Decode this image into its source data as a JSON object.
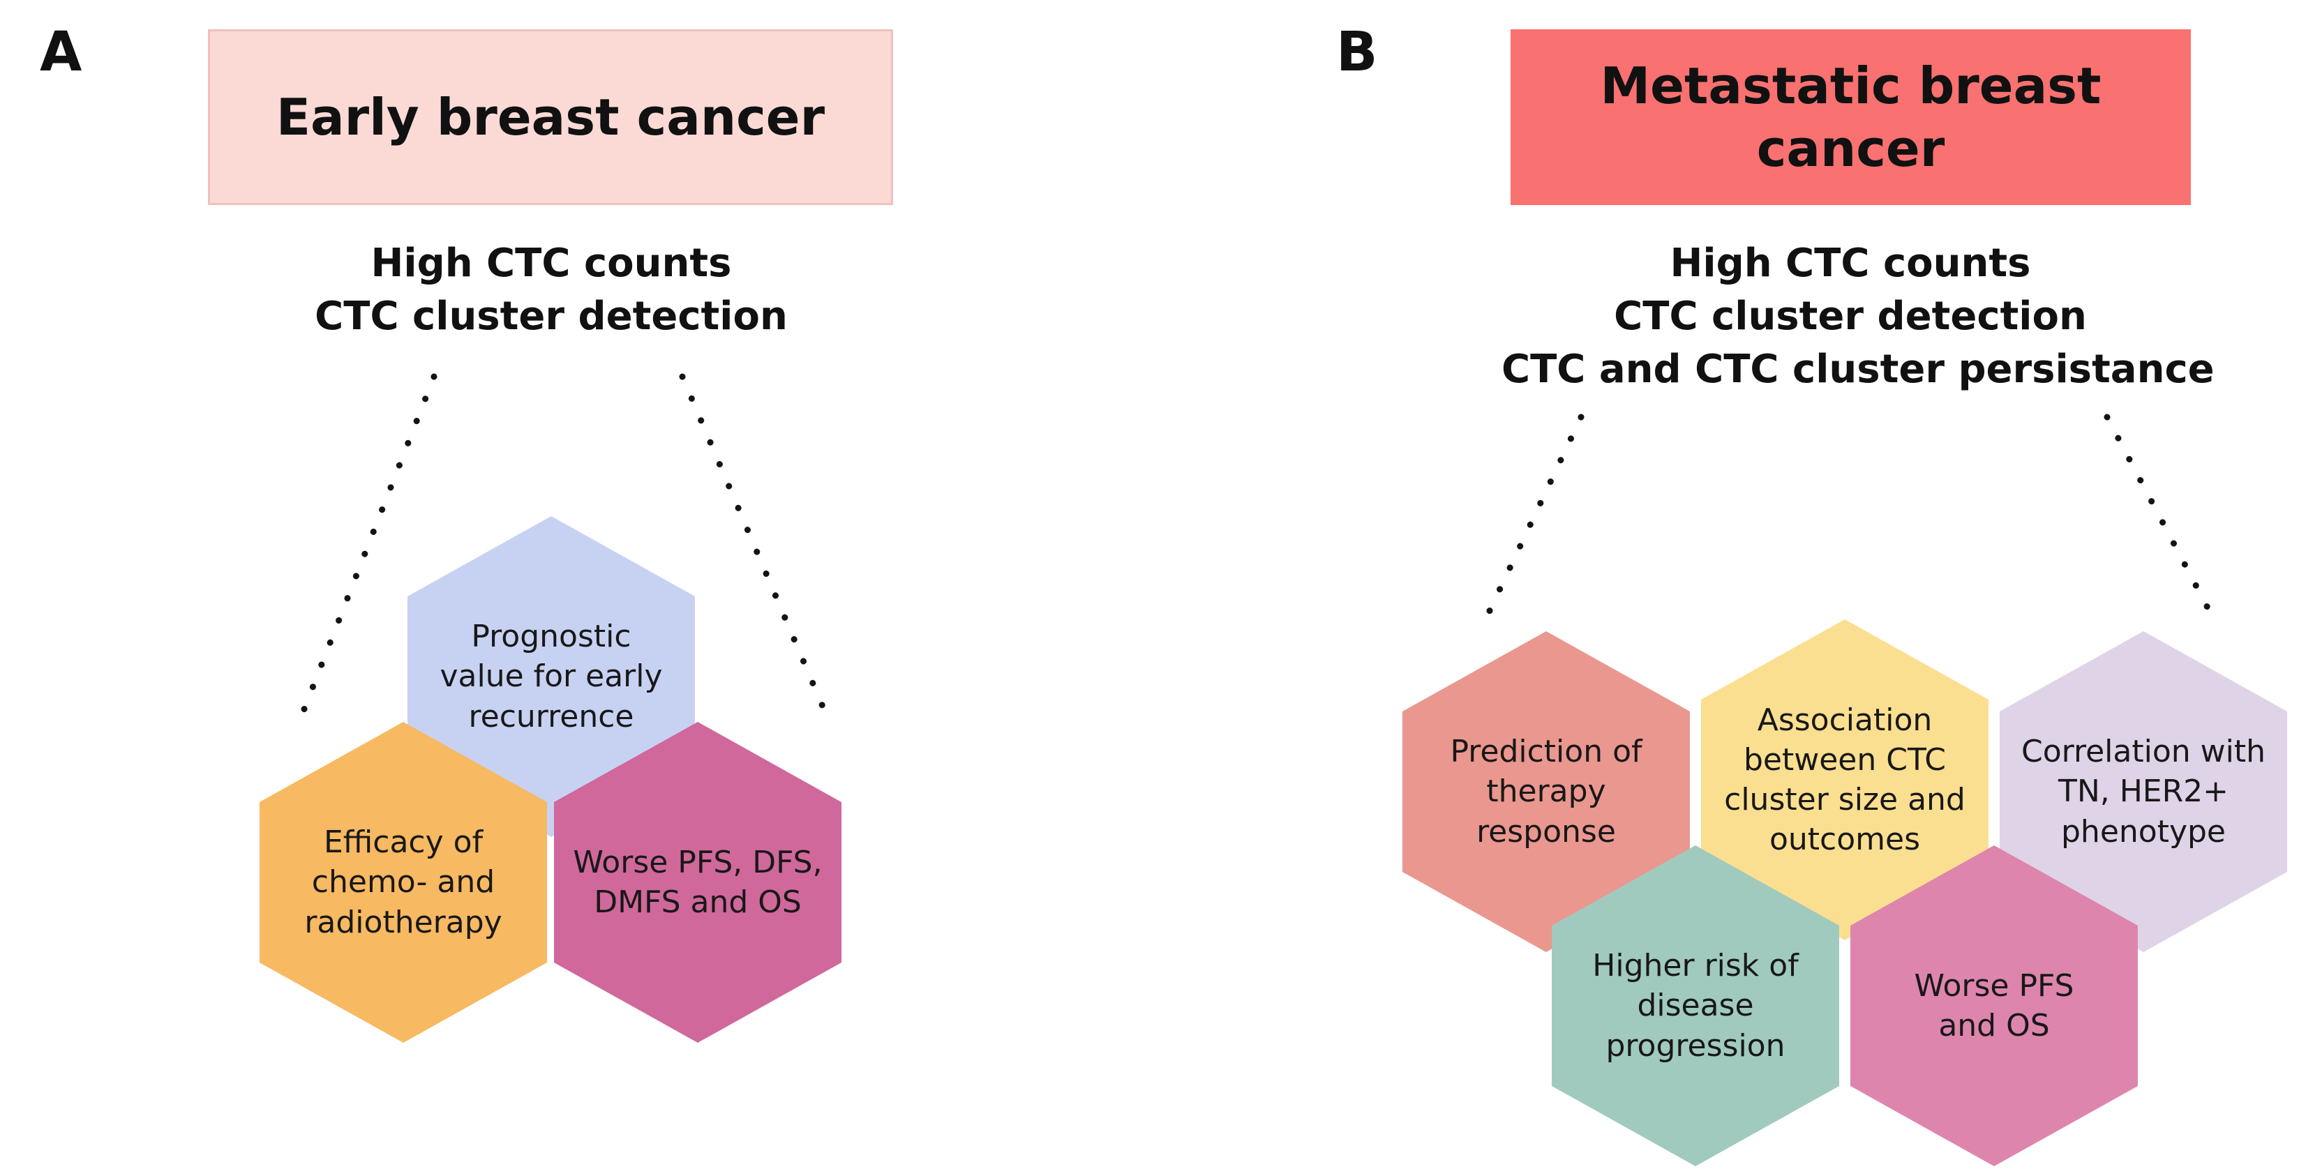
{
  "panels": [
    {
      "label": "A",
      "header": "Early breast cancer",
      "header_bg": "#fbdad6",
      "header_border": "#eec1bd",
      "findings": [
        "High CTC counts",
        "CTC cluster detection"
      ],
      "hexagons": [
        {
          "text": "Prognostic value for early recurrence",
          "color": "#c7d2f3"
        },
        {
          "text": "Efficacy of chemo- and radiotherapy",
          "color": "#f7b961"
        },
        {
          "text": "Worse PFS, DFS, DMFS and OS",
          "color": "#d0689b"
        }
      ]
    },
    {
      "label": "B",
      "header": "Metastatic breast cancer",
      "header_bg": "#f97170",
      "findings": [
        "High CTC counts",
        "CTC cluster detection",
        "CTC and CTC cluster persistance"
      ],
      "hexagons": [
        {
          "text": "Prediction of therapy response",
          "color": "#ea978f"
        },
        {
          "text": "Association between CTC cluster size and outcomes",
          "color": "#fbdf90"
        },
        {
          "text": "Correlation with TN, HER2+ phenotype",
          "color": "#dfd3e7"
        },
        {
          "text": "Higher risk of disease progression",
          "color": "#a1cabf"
        },
        {
          "text": "Worse PFS and OS",
          "color": "#de85ad"
        }
      ]
    }
  ]
}
